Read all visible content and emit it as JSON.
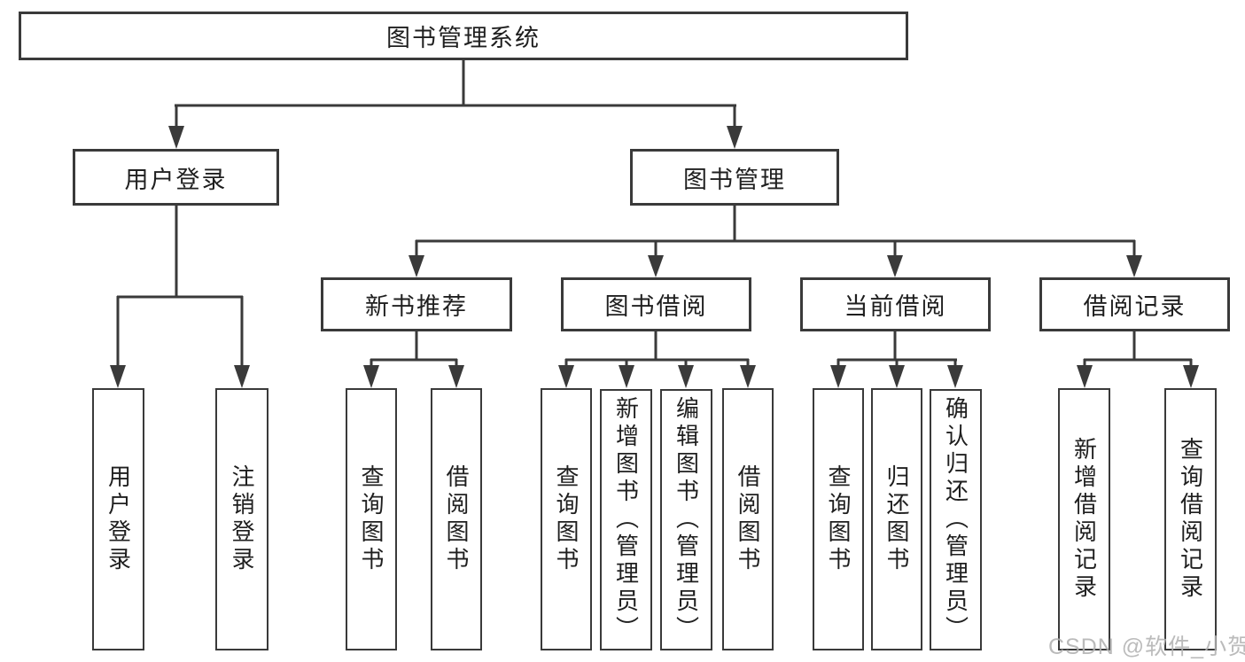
{
  "tree": {
    "root": "图书管理系统",
    "children": [
      {
        "label": "用户登录",
        "children": [
          "用户登录",
          "注销登录"
        ]
      },
      {
        "label": "图书管理",
        "children": [
          {
            "label": "新书推荐",
            "children": [
              "查询图书",
              "借阅图书"
            ]
          },
          {
            "label": "图书借阅",
            "children": [
              "查询图书",
              "新增图书（管理员）",
              "编辑图书（管理员）",
              "借阅图书"
            ]
          },
          {
            "label": "当前借阅",
            "children": [
              "查询图书",
              "归还图书",
              "确认归还（管理员）"
            ]
          },
          {
            "label": "借阅记录",
            "children": [
              "新增借阅记录",
              "查询借阅记录"
            ]
          }
        ]
      }
    ]
  },
  "watermark": {
    "text": "CSDN @软件_小贺同学"
  },
  "colors": {
    "line": "#3a3a3a",
    "text": "#1f1f1f",
    "box_background": "#ffffff",
    "watermark": "#b2b2b2"
  }
}
